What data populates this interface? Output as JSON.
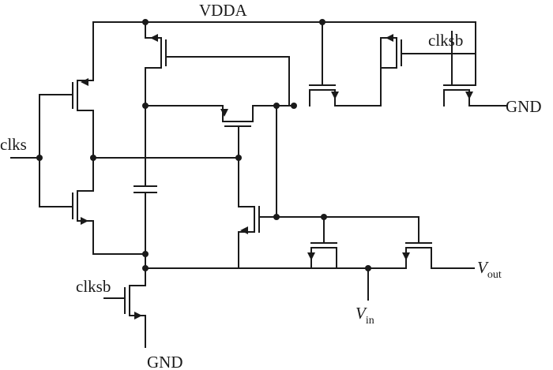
{
  "labels": {
    "vdda": "VDDA",
    "clks": "clks",
    "clksb_top": "clksb",
    "clksb_bottom": "clksb",
    "gnd_right": "GND",
    "gnd_bottom": "GND",
    "vout_main": "V",
    "vout_sub": "out",
    "vin_main": "V",
    "vin_sub": "in"
  }
}
